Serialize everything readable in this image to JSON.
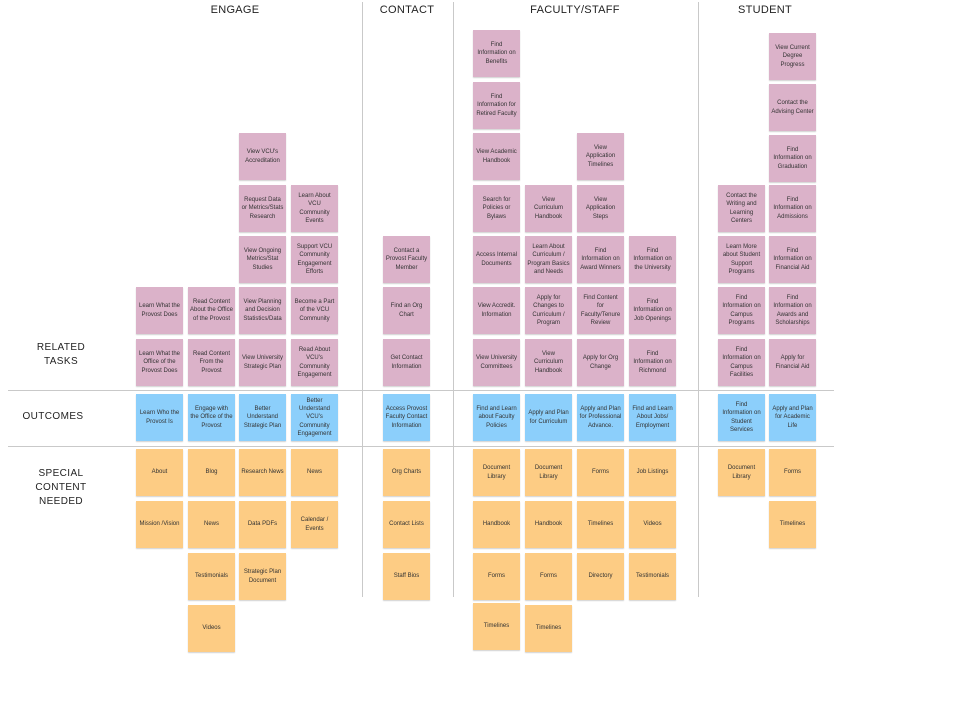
{
  "columns": [
    {
      "key": "engage",
      "label": "ENGAGE"
    },
    {
      "key": "contact",
      "label": "CONTACT"
    },
    {
      "key": "faculty",
      "label": "FACULTY/STAFF"
    },
    {
      "key": "student",
      "label": "STUDENT"
    }
  ],
  "rows": {
    "related_tasks": "RELATED\nTASKS",
    "outcomes": "OUTCOMES",
    "special_content": "SPECIAL\nCONTENT\nNEEDED"
  },
  "colors": {
    "task": "#dbb2c9",
    "outcome": "#8ccffb",
    "content": "#fdcc84"
  },
  "engage": {
    "c1": {
      "tasks": [
        "Learn What the Provost Does",
        "Learn What the Office of the Provost Does"
      ],
      "outcome": "Learn Who the Provost Is",
      "content": [
        "About",
        "Mission /Vision"
      ]
    },
    "c2": {
      "tasks": [
        "Read Content About the Office of the Provost",
        "Read Content From the Provost"
      ],
      "outcome": "Engage with the Office of the Provost",
      "content": [
        "Blog",
        "News",
        "Testimonials",
        "Videos"
      ]
    },
    "c3": {
      "tasks": [
        "View VCU's Accreditation",
        "Request Data or Metrics/Stats Research",
        "View Ongoing Metrics/Stat Studies",
        "View Planning and Decision Statistics/Data",
        "View University Strategic Plan"
      ],
      "outcome": "Better Understand Strategic Plan",
      "content": [
        "Research News",
        "Data PDFs",
        "Strategic Plan Document"
      ]
    },
    "c4": {
      "tasks": [
        "Learn About VCU Community Events",
        "Support VCU Community Engagement Efforts",
        "Become a Part of the VCU Community",
        "Read About VCU's Community Engagement"
      ],
      "outcome": "Better Understand VCU's Community Engagement",
      "content": [
        "News",
        "Calendar / Events"
      ]
    }
  },
  "contact": {
    "c1": {
      "tasks": [
        "Contact a Provost Faculty Member",
        "Find an Org Chart",
        "Get Contact Information"
      ],
      "outcome": "Access Provost Faculty Contact Information",
      "content": [
        "Org Charts",
        "Contact Lists",
        "Staff Bios"
      ]
    }
  },
  "faculty": {
    "c1": {
      "tasks": [
        "Find Information on Benefits",
        "Find Information for Retired Faculty",
        "View Academic Handbook",
        "Search for Policies or Bylaws",
        "Access Internal Documents",
        "View Accredit. Information",
        "View University Committees"
      ],
      "outcome": "Find and Learn about Faculty Policies",
      "content": [
        "Document Library",
        "Handbook",
        "Forms",
        "Timelines"
      ]
    },
    "c2": {
      "tasks": [
        "View Curriculum Handbook",
        "Learn About Curriculum / Program Basics and Needs",
        "Apply for Changes to Curriculum / Program",
        "View Curriculum Handbook"
      ],
      "outcome": "Apply and Plan for Curriculum",
      "content": [
        "Document Library",
        "Handbook",
        "Forms",
        "Timelines"
      ]
    },
    "c3": {
      "tasks": [
        "View Application Timelines",
        "View Application Steps",
        "Find Information on Award Winners",
        "Find Content for Faculty/Tenure Review",
        "Apply for Org Change"
      ],
      "outcome": "Apply and Plan for Professional Advance.",
      "content": [
        "Forms",
        "Timelines",
        "Directory"
      ]
    },
    "c4": {
      "tasks": [
        "Find Information on the University",
        "Find Information on Job Openings",
        "Find Information on Richmond"
      ],
      "outcome": "Find and Learn About Jobs/ Employment",
      "content": [
        "Job Listings",
        "Videos",
        "Testimonials"
      ]
    }
  },
  "student": {
    "c1": {
      "tasks": [
        "Contact the Writing and Learning Centers",
        "Learn More about Student Support Programs",
        "Find Information on Campus Programs",
        "Find Information on Campus Facilities"
      ],
      "outcome": "Find Information on Student Services",
      "content": [
        "Document Library"
      ]
    },
    "c2": {
      "tasks": [
        "View Current Degree Progress",
        "Contact the Advising Center",
        "Find Information on Graduation",
        "Find Information on Admissions",
        "Find Information on Financial Aid",
        "Find Information on Awards and Scholarships",
        "Apply for Financial Aid"
      ],
      "outcome": "Apply and Plan for Academic Life",
      "content": [
        "Forms",
        "Timelines"
      ]
    }
  }
}
